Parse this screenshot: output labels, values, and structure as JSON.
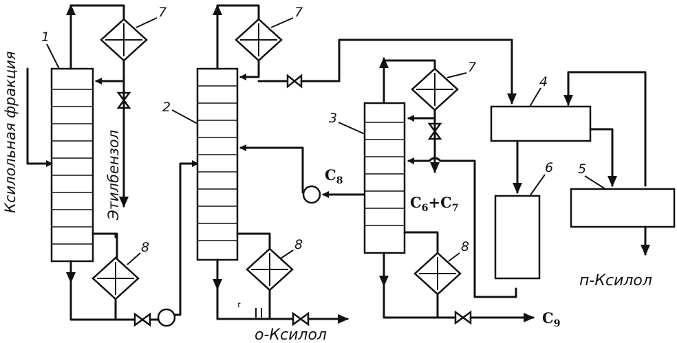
{
  "labels": {
    "feed": "Ксилольная фракция",
    "ethylbenzene": "Этилбензол",
    "o_xylene": "о-Ксилол",
    "p_xylene": "п-Ксилол",
    "c8": "C",
    "c8_sub": "8",
    "c6c7_a": "C",
    "c6c7_a_sub": "6",
    "c6c7_plus": "+C",
    "c6c7_b_sub": "7",
    "c9": "C",
    "c9_sub": "9",
    "small_t": "t"
  },
  "numbers": {
    "col1": "1",
    "col2": "2",
    "col3": "3",
    "unit4": "4",
    "unit5": "5",
    "unit6": "6",
    "cond1": "7",
    "cond2": "7",
    "cond3": "7",
    "reb1": "8",
    "reb2": "8",
    "reb3": "8"
  }
}
